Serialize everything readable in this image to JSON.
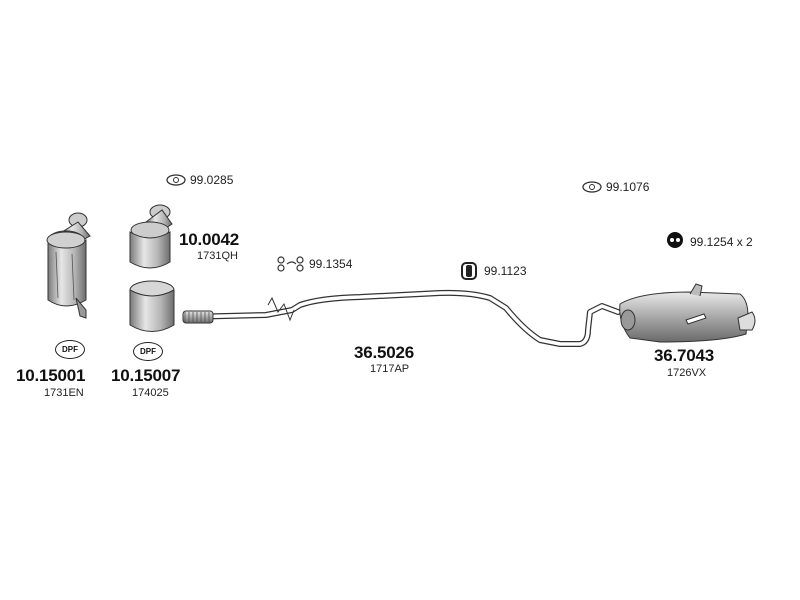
{
  "diagram": {
    "parts": [
      {
        "id": "catalyst-1",
        "number": "10.15001",
        "code": "1731EN",
        "tag": "DPF"
      },
      {
        "id": "catalyst-2",
        "number": "10.15007",
        "code": "174025",
        "tag": "DPF"
      },
      {
        "id": "catalyst-top",
        "number": "10.0042",
        "code": "1731QH"
      },
      {
        "id": "center-pipe",
        "number": "36.5026",
        "code": "1717AP"
      },
      {
        "id": "rear-silencer",
        "number": "36.7043",
        "code": "1726VX"
      }
    ],
    "accessories": [
      {
        "id": "gasket-a",
        "text": "99.0285"
      },
      {
        "id": "clamp-a",
        "text": "99.1354"
      },
      {
        "id": "hanger-a",
        "text": "99.1123"
      },
      {
        "id": "gasket-b",
        "text": "99.1076"
      },
      {
        "id": "hanger-b",
        "text": "99.1254 x 2"
      }
    ]
  }
}
